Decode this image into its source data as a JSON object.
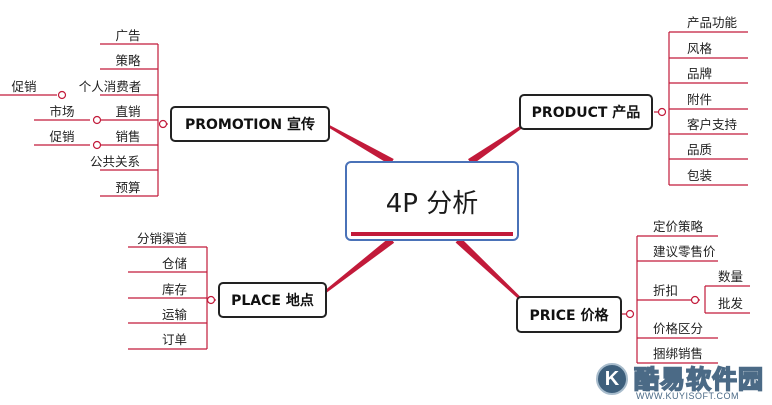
{
  "central": "4P 分析",
  "promotion": {
    "title": "PROMOTION 宣传",
    "items": [
      "广告",
      "策略",
      "个人消费者",
      "直销",
      "销售",
      "公共关系",
      "预算"
    ],
    "sub": {
      "individual": "促销",
      "direct": "市场",
      "sales": "促销"
    }
  },
  "product": {
    "title": "PRODUCT 产品",
    "items": [
      "产品功能",
      "风格",
      "品牌",
      "附件",
      "客户支持",
      "品质",
      "包装"
    ]
  },
  "place": {
    "title": "PLACE 地点",
    "items": [
      "分销渠道",
      "仓储",
      "库存",
      "运输",
      "订单"
    ]
  },
  "price": {
    "title": "PRICE 价格",
    "items": [
      "定价策略",
      "建议零售价",
      "折扣",
      "价格区分",
      "捆绑销售"
    ],
    "discount_sub": [
      "数量",
      "批发"
    ]
  },
  "colors": {
    "branch": "#c21a3a",
    "central_border": "#4a72b8",
    "node_border": "#222222"
  },
  "watermark": {
    "logo_letter": "K",
    "name": "酷易软件园",
    "url": "WWW.KUYISOFT.COM"
  }
}
